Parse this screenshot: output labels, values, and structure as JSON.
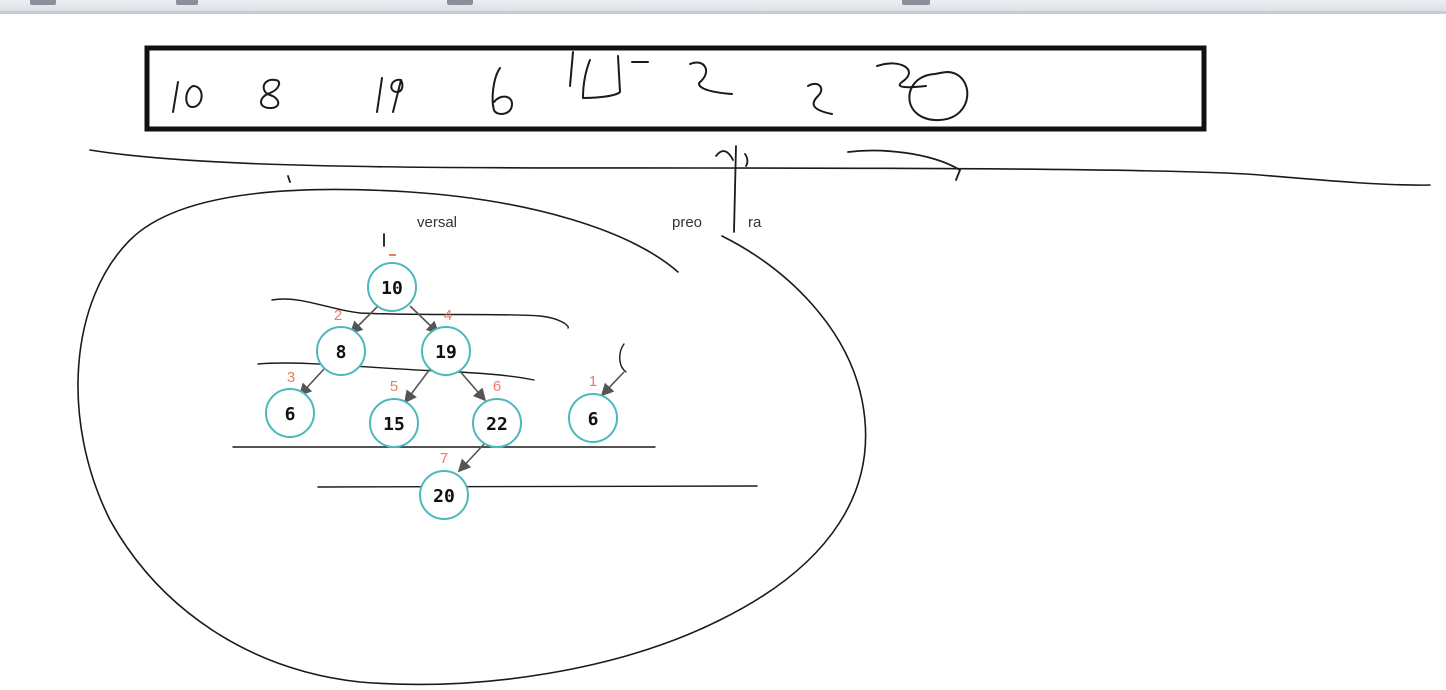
{
  "labels": {
    "traversal_fragment": "versal",
    "preorder_fragment": "preo",
    "traversal_fragment_2": "ra"
  },
  "handwritten_sequence": [
    "10",
    "8",
    "19",
    "6",
    "15",
    "22",
    "20"
  ],
  "tree": {
    "nodes": [
      {
        "id": "n10",
        "value": "10",
        "order": ""
      },
      {
        "id": "n8",
        "value": "8",
        "order": "2"
      },
      {
        "id": "n19",
        "value": "19",
        "order": "4"
      },
      {
        "id": "n6",
        "value": "6",
        "order": "3"
      },
      {
        "id": "n15",
        "value": "15",
        "order": "5"
      },
      {
        "id": "n22",
        "value": "22",
        "order": "6"
      },
      {
        "id": "n20",
        "value": "20",
        "order": "7"
      }
    ],
    "edges": [
      [
        "n10",
        "n8"
      ],
      [
        "n10",
        "n19"
      ],
      [
        "n8",
        "n6"
      ],
      [
        "n19",
        "n15"
      ],
      [
        "n19",
        "n22"
      ],
      [
        "n22",
        "n20"
      ]
    ]
  },
  "example_node": {
    "value": "6",
    "order": "1"
  },
  "colors": {
    "node_ring": "#4cb8bd",
    "order_label": "#f07b64",
    "edge": "#555555",
    "ink": "#1a1a1a"
  }
}
